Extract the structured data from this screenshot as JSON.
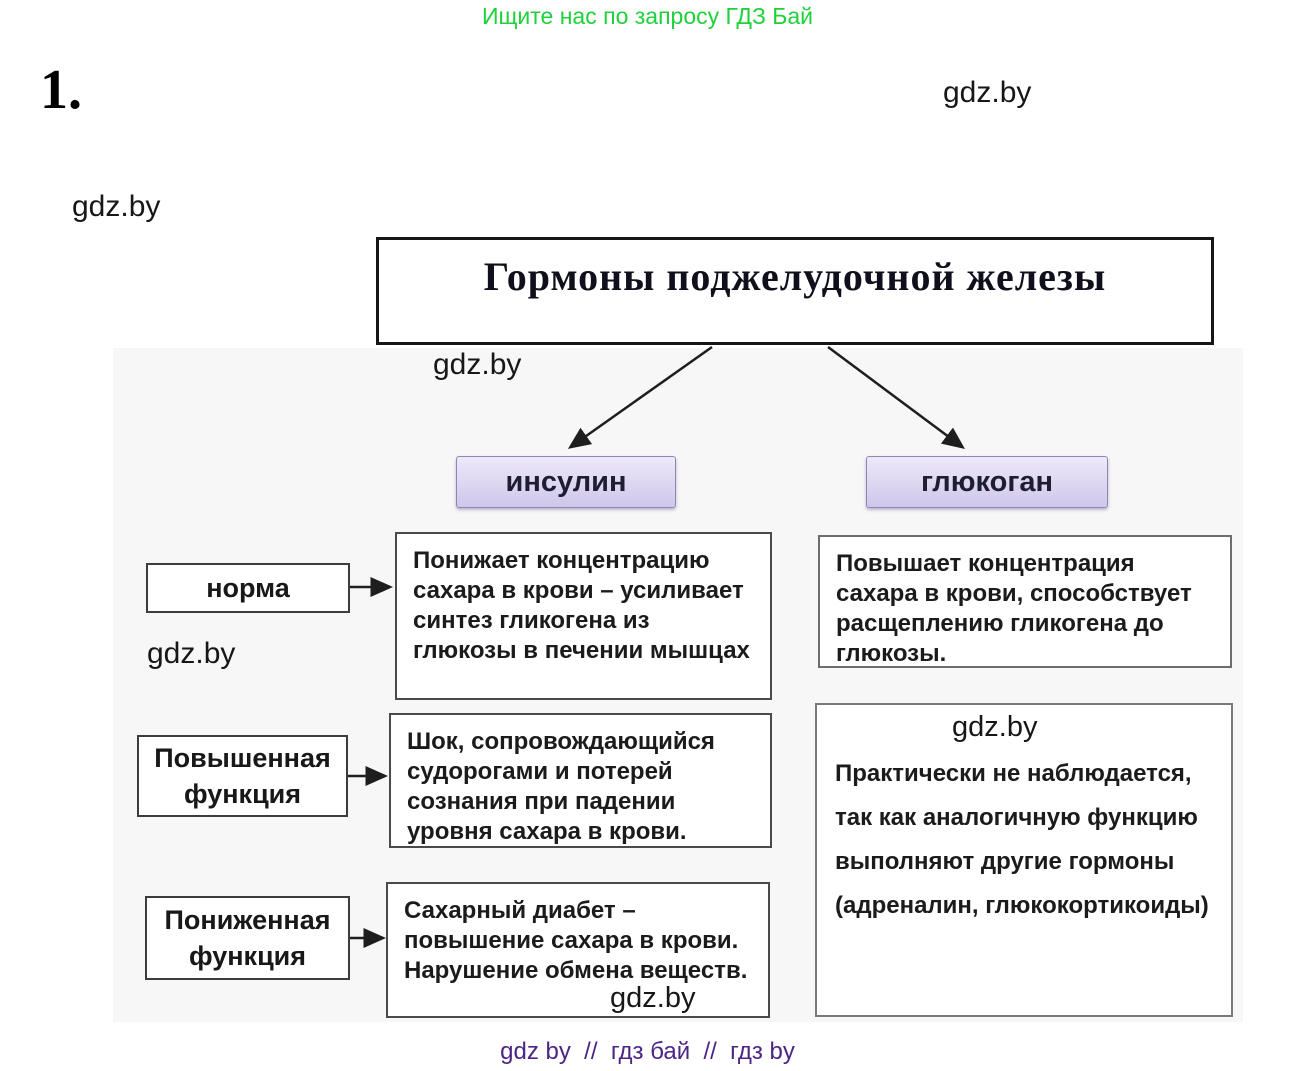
{
  "colors": {
    "promo_green": "#1fd13a",
    "footer_purple": "#4c2586",
    "pill_lavender": "#d8d0ee",
    "box_border": "#3c3c3c"
  },
  "header": {
    "promo": "Ищите нас по запросу ГДЗ Бай",
    "page_number": "1."
  },
  "watermarks": {
    "top_right": "gdz.by",
    "left": "gdz.by",
    "under_title": "gdz.by",
    "mid_left": "gdz.by",
    "in_glucagon_box": "gdz.by",
    "in_diabetes_box": "gdz.by"
  },
  "diagram": {
    "title": "Гормоны поджелудочной железы",
    "branches": [
      {
        "label": "инсулин"
      },
      {
        "label": "глюкоган"
      }
    ],
    "row_labels": [
      {
        "label": "норма"
      },
      {
        "label": "Повышенная\nфункция"
      },
      {
        "label": "Пониженная\nфункция"
      }
    ],
    "insulin_effects": [
      "Понижает концентрацию\nсахара в крови – усиливает\nсинтез гликогена из\nглюкозы в печении мышцах",
      "Шок, сопровождающийся\nсудорогами и потерей\nсознания при падении\nуровня сахара в крови.",
      "Сахарный диабет –\nповышение сахара в крови.\nНарушение обмена веществ."
    ],
    "glucagon_effects": [
      "Повышает концентрация\nсахара в крови, способствует\nрасщеплению гликогена до\nглюкозы.",
      "Практически не наблюдается,\nтак как аналогичную функцию\nвыполняют другие гормоны\n(адреналин, глюкокортикоиды)"
    ]
  },
  "footer": {
    "text": "gdz by  //  гдз бай  //  гдз by"
  }
}
